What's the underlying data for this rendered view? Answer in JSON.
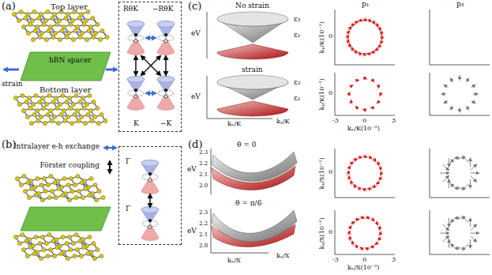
{
  "diagram": {
    "nodes": [
      {
        "text": [
          "RθK",
          "−RθK",
          "K",
          "−K"
        ]
      },
      {
        "text": [
          "Γ",
          "Γ"
        ]
      }
    ],
    "labels": [
      "(a)",
      "Top layer",
      "hBN spacer",
      "strain",
      "Bottom layer",
      "(b)",
      "Intralayer e-h exchange",
      "Förster coupling",
      "(c)",
      "No strain",
      "ε₃",
      "ε₁",
      "eV",
      "strain",
      "ε₃",
      "ε₁",
      "eV",
      "kₓ/K",
      "kᵧ/K",
      "p₁",
      "p₃",
      "kᵧ/K(10⁻²)",
      "kᵧ/K(10⁻²)",
      "0",
      "0",
      "-3",
      "0",
      "3",
      "kₓ/K(10⁻²)",
      "(d)",
      "θ = 0",
      "θ = π/6",
      "eV",
      "eV",
      "2.3",
      "2.2",
      "2.1",
      "2.0",
      "2.3",
      "2.2",
      "2.1",
      "2.0",
      "kₓ/X",
      "kᵧ/X",
      "kᵧ/X(10⁻²)",
      "kᵧ/X(10⁻²)",
      "0",
      "0",
      "-3",
      "0",
      "3",
      "kₓ/X(10⁻²)"
    ]
  }
}
